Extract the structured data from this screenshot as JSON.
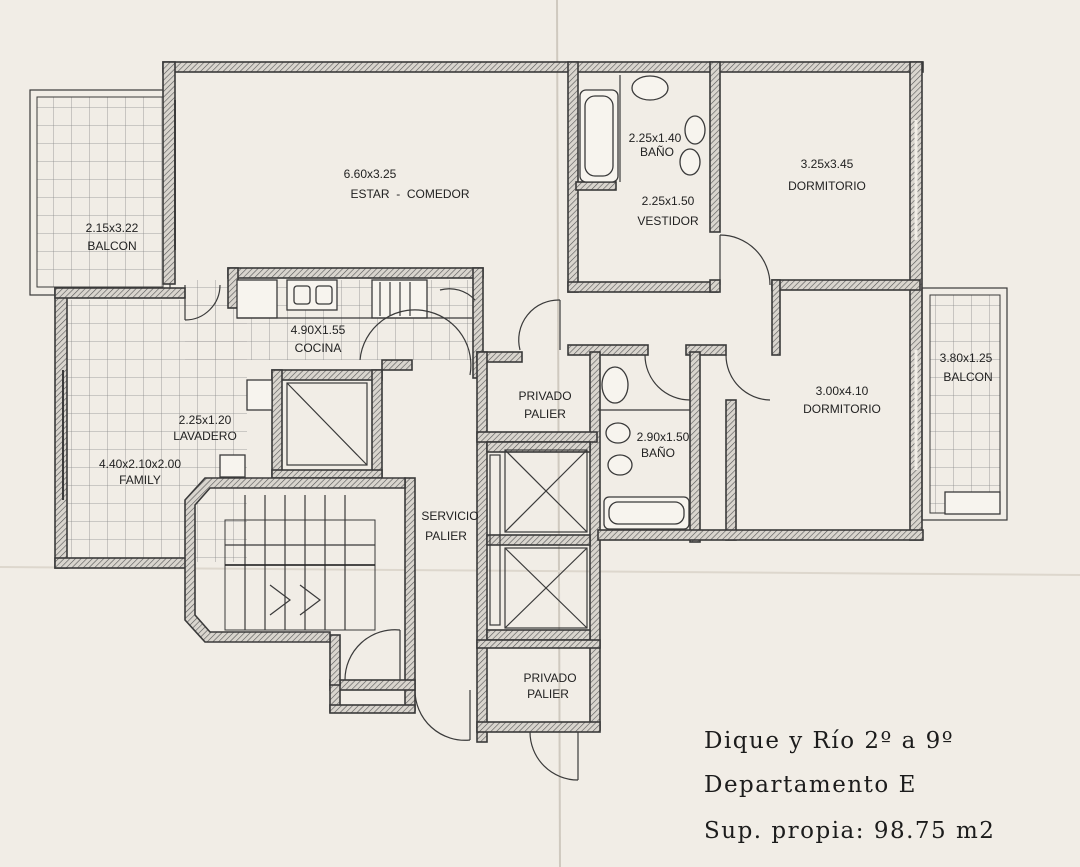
{
  "rooms": {
    "estar": {
      "dims": "6.60x3.25",
      "name": "ESTAR  -  COMEDOR"
    },
    "balcon_left": {
      "dims": "2.15x3.22",
      "name": "BALCON"
    },
    "bano_top": {
      "dims": "2.25x1.40",
      "name": "BAÑO"
    },
    "vestidor": {
      "dims": "2.25x1.50",
      "name": "VESTIDOR"
    },
    "dormitorio_top": {
      "dims": "3.25x3.45",
      "name": "DORMITORIO"
    },
    "cocina": {
      "dims": "4.90X1.55",
      "name": "COCINA"
    },
    "lavadero": {
      "dims": "2.25x1.20",
      "name": "LAVADERO"
    },
    "family": {
      "dims": "4.40x2.10x2.00",
      "name": "FAMILY"
    },
    "privado_palier_top": {
      "line1": "PRIVADO",
      "line2": "PALIER"
    },
    "bano_mid": {
      "dims": "2.90x1.50",
      "name": "BAÑO"
    },
    "dormitorio_bottom": {
      "dims": "3.00x4.10",
      "name": "DORMITORIO"
    },
    "balcon_right": {
      "dims": "3.80x1.25",
      "name": "BALCON"
    },
    "servicio_palier": {
      "line1": "SERVICIO",
      "line2": "PALIER"
    },
    "privado_palier_bottom": {
      "line1": "PRIVADO",
      "line2": "PALIER"
    }
  },
  "caption": {
    "line1": "Dique y Río 2º a 9º",
    "line2": "Departamento E",
    "line3": "Sup. propia: 98.75 m2"
  }
}
